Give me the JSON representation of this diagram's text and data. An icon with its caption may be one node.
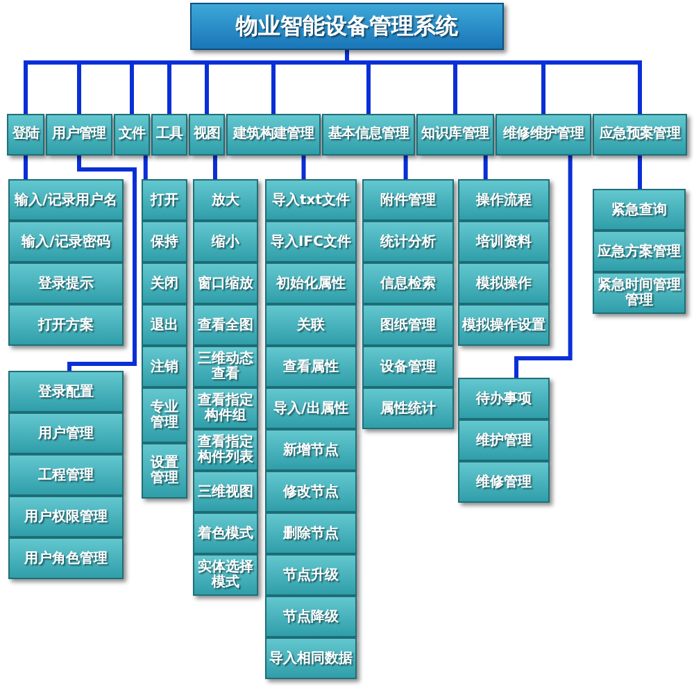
{
  "diagram": {
    "nodes": [
      {
        "text": [
          "物业智能设备管理系统"
        ]
      },
      {
        "text": [
          "登陆"
        ]
      },
      {
        "text": [
          "用户管理"
        ]
      },
      {
        "text": [
          "文件"
        ]
      },
      {
        "text": [
          "工具"
        ]
      },
      {
        "text": [
          "视图"
        ]
      },
      {
        "text": [
          "建筑构建管理"
        ]
      },
      {
        "text": [
          "基本信息管理"
        ]
      },
      {
        "text": [
          "知识库管理"
        ]
      },
      {
        "text": [
          "维修维护管理"
        ]
      },
      {
        "text": [
          "应急预案管理"
        ]
      },
      {
        "text": [
          "输入/记录用户名"
        ]
      },
      {
        "text": [
          "输入/记录密码"
        ]
      },
      {
        "text": [
          "登录提示"
        ]
      },
      {
        "text": [
          "打开方案"
        ]
      },
      {
        "text": [
          "登录配置"
        ]
      },
      {
        "text": [
          "用户管理"
        ]
      },
      {
        "text": [
          "工程管理"
        ]
      },
      {
        "text": [
          "用户权限管理"
        ]
      },
      {
        "text": [
          "用户角色管理"
        ]
      },
      {
        "text": [
          "打开"
        ]
      },
      {
        "text": [
          "保持"
        ]
      },
      {
        "text": [
          "关闭"
        ]
      },
      {
        "text": [
          "退出"
        ]
      },
      {
        "text": [
          "注销"
        ]
      },
      {
        "text": [
          "专业管理"
        ]
      },
      {
        "text": [
          "设置管理"
        ]
      },
      {
        "text": [
          "放大"
        ]
      },
      {
        "text": [
          "缩小"
        ]
      },
      {
        "text": [
          "窗口缩放"
        ]
      },
      {
        "text": [
          "查看全图"
        ]
      },
      {
        "text": [
          "三维动态查看"
        ]
      },
      {
        "text": [
          "查看指定构件组"
        ]
      },
      {
        "text": [
          "查看指定构件列表"
        ]
      },
      {
        "text": [
          "三维视图"
        ]
      },
      {
        "text": [
          "着色模式"
        ]
      },
      {
        "text": [
          "实体选择模式"
        ]
      },
      {
        "text": [
          "导入txt文件"
        ]
      },
      {
        "text": [
          "导入IFC文件"
        ]
      },
      {
        "text": [
          "初始化属性"
        ]
      },
      {
        "text": [
          "关联"
        ]
      },
      {
        "text": [
          "查看属性"
        ]
      },
      {
        "text": [
          "导入/出属性"
        ]
      },
      {
        "text": [
          "新增节点"
        ]
      },
      {
        "text": [
          "修改节点"
        ]
      },
      {
        "text": [
          "删除节点"
        ]
      },
      {
        "text": [
          "节点升级"
        ]
      },
      {
        "text": [
          "节点降级"
        ]
      },
      {
        "text": [
          "导入相同数据"
        ]
      },
      {
        "text": [
          "附件管理"
        ]
      },
      {
        "text": [
          "统计分析"
        ]
      },
      {
        "text": [
          "信息检索"
        ]
      },
      {
        "text": [
          "图纸管理"
        ]
      },
      {
        "text": [
          "设备管理"
        ]
      },
      {
        "text": [
          "属性统计"
        ]
      },
      {
        "text": [
          "操作流程"
        ]
      },
      {
        "text": [
          "培训资料"
        ]
      },
      {
        "text": [
          "模拟操作"
        ]
      },
      {
        "text": [
          "模拟操作设置"
        ]
      },
      {
        "text": [
          "待办事项"
        ]
      },
      {
        "text": [
          "维护管理"
        ]
      },
      {
        "text": [
          "维修管理"
        ]
      },
      {
        "text": [
          "紧急查询"
        ]
      },
      {
        "text": [
          "应急方案管理"
        ]
      },
      {
        "text": [
          "紧急时间管理管理"
        ]
      }
    ],
    "edges": [
      {
        "from": 0,
        "to": 1,
        "arrow": "none"
      },
      {
        "from": 0,
        "to": 2,
        "arrow": "none"
      },
      {
        "from": 0,
        "to": 3,
        "arrow": "none"
      },
      {
        "from": 0,
        "to": 4,
        "arrow": "none"
      },
      {
        "from": 0,
        "to": 5,
        "arrow": "none"
      },
      {
        "from": 0,
        "to": 6,
        "arrow": "none"
      },
      {
        "from": 0,
        "to": 7,
        "arrow": "none"
      },
      {
        "from": 0,
        "to": 8,
        "arrow": "none"
      },
      {
        "from": 0,
        "to": 9,
        "arrow": "none"
      },
      {
        "from": 0,
        "to": 10,
        "arrow": "none"
      },
      {
        "from": 1,
        "to": 11,
        "arrow": "none"
      },
      {
        "from": 2,
        "to": 15,
        "arrow": "none"
      },
      {
        "from": 3,
        "to": 20,
        "arrow": "none"
      },
      {
        "from": 5,
        "to": 27,
        "arrow": "none"
      },
      {
        "from": 6,
        "to": 37,
        "arrow": "none"
      },
      {
        "from": 7,
        "to": 49,
        "arrow": "none"
      },
      {
        "from": 8,
        "to": 55,
        "arrow": "none"
      },
      {
        "from": 9,
        "to": 59,
        "arrow": "none"
      },
      {
        "from": 10,
        "to": 62,
        "arrow": "none"
      }
    ]
  }
}
